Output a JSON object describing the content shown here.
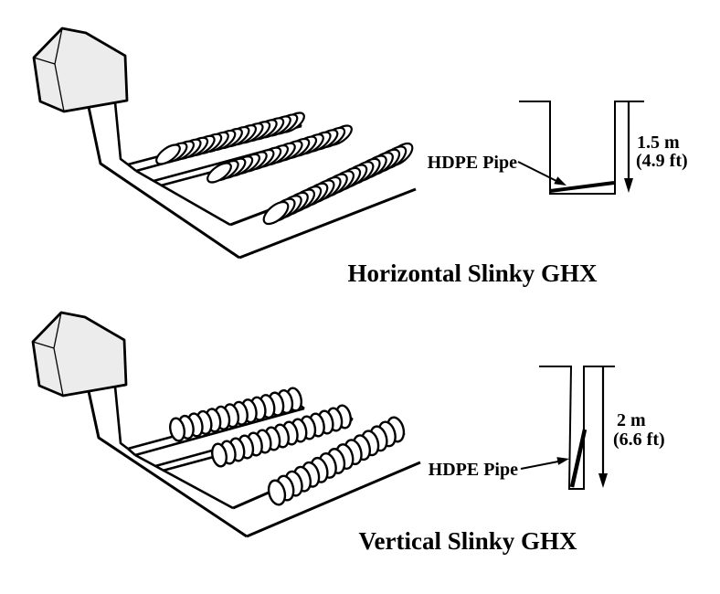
{
  "figure": {
    "colors": {
      "line": "#000000",
      "house_fill": "#ececec",
      "background": "#ffffff"
    },
    "top_diagram": {
      "title": "Horizontal Slinky GHX",
      "cross_section": {
        "pipe_label": "HDPE Pipe",
        "depth_metric": "1.5 m",
        "depth_imperial": "(4.9 ft)"
      }
    },
    "bottom_diagram": {
      "title": "Vertical Slinky GHX",
      "cross_section": {
        "pipe_label": "HDPE Pipe",
        "depth_metric": "2 m",
        "depth_imperial": "(6.6 ft)"
      }
    }
  }
}
